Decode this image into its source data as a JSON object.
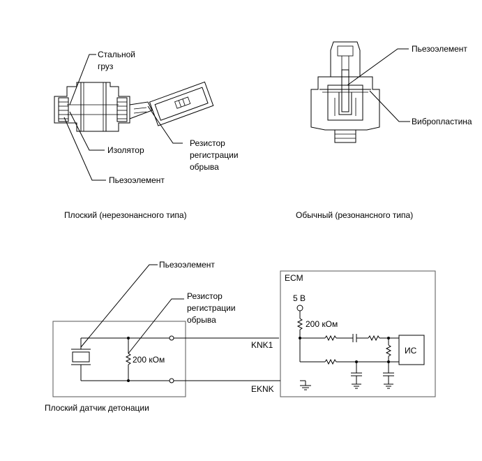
{
  "top": {
    "flat_sensor": {
      "label_steel_weight_1": "Стальной",
      "label_steel_weight_2": "груз",
      "label_insulator": "Изолятор",
      "label_piezo": "Пьезоэлемент",
      "label_resistor_1": "Резистор",
      "label_resistor_2": "регистрации",
      "label_resistor_3": "обрыва",
      "caption": "Плоский (нерезонансного типа)"
    },
    "conventional_sensor": {
      "label_piezo": "Пьезоэлемент",
      "label_vibration_plate": "Вибропластина",
      "caption": "Обычный (резонансного типа)"
    }
  },
  "circuit": {
    "label_piezo": "Пьезоэлемент",
    "label_resistor_1": "Резистор",
    "label_resistor_2": "регистрации",
    "label_resistor_3": "обрыва",
    "sensor_resistor_value": "200 кОм",
    "ecm_label": "ECM",
    "supply_voltage": "5 В",
    "pullup_value": "200 кОм",
    "terminal_knk1": "KNK1",
    "terminal_eknk": "EKNK",
    "ic_label": "ИС",
    "sensor_caption": "Плоский датчик детонации"
  }
}
